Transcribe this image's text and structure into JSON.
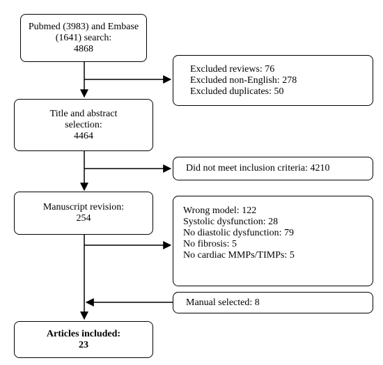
{
  "flowchart": {
    "search": {
      "lines": [
        "Pubmed (3983) and Embase",
        "(1641) search:",
        "4868"
      ]
    },
    "excluded_initial": {
      "lines": [
        "Excluded reviews: 76",
        "Excluded non-English: 278",
        "Excluded duplicates: 50"
      ]
    },
    "title_abstract": {
      "lines": [
        "Title and abstract",
        "selection:",
        "4464"
      ]
    },
    "inclusion_fail": {
      "lines": [
        "Did not meet inclusion criteria: 4210"
      ]
    },
    "manuscript": {
      "lines": [
        "Manuscript revision:",
        "254"
      ]
    },
    "excluded_reasons": {
      "lines": [
        "Wrong model: 122",
        "Systolic dysfunction: 28",
        "No diastolic dysfunction: 79",
        "No fibrosis: 5",
        "No cardiac MMPs/TIMPs: 5"
      ]
    },
    "manual": {
      "lines": [
        "Manual selected: 8"
      ]
    },
    "included": {
      "lines": [
        "Articles included:",
        "23"
      ]
    }
  }
}
